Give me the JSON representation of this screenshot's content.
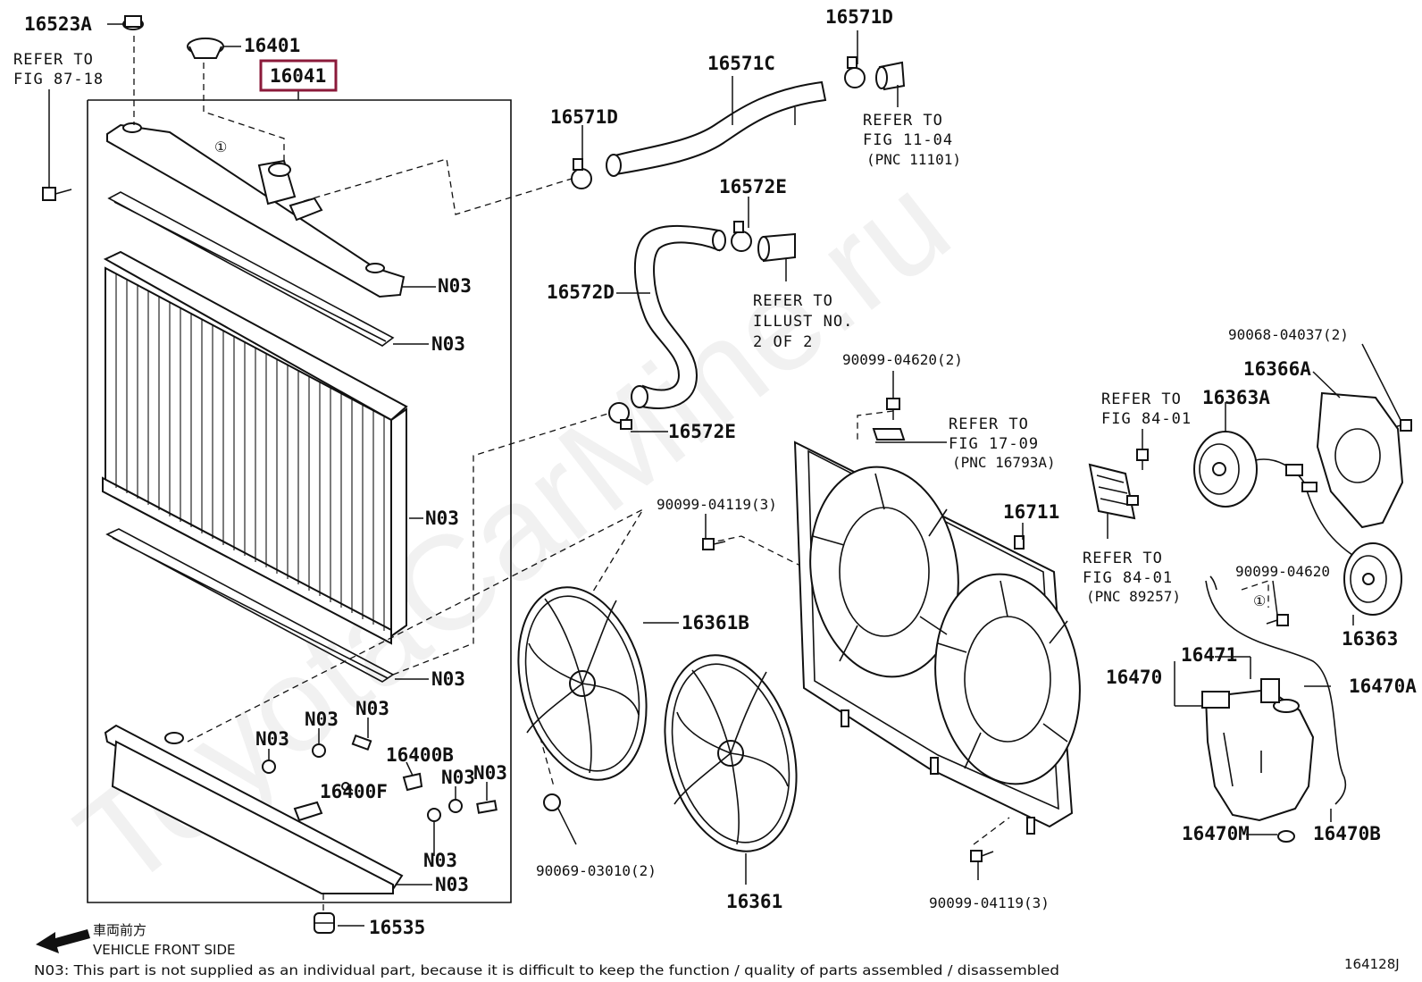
{
  "watermark": "ToyotaCarMine.ru",
  "highlight_color": "#8b1a3a",
  "labels": {
    "p16523A": "16523A",
    "p16401": "16401",
    "p16041": "16041",
    "p16571C": "16571C",
    "p16571D_top": "16571D",
    "p16571D_left": "16571D",
    "p16572E_top": "16572E",
    "p16572D": "16572D",
    "p16572E_bottom": "16572E",
    "p90099_04620_2": "90099-04620(2)",
    "p90099_04119_3_top": "90099-04119(3)",
    "p16711": "16711",
    "p16361B": "16361B",
    "p16361": "16361",
    "p90069_03010_2": "90069-03010(2)",
    "p90099_04119_3_bottom": "90099-04119(3)",
    "p90068_04037_2": "90068-04037(2)",
    "p16366A": "16366A",
    "p16363A": "16363A",
    "p90099_04620": "90099-04620",
    "p16363": "16363",
    "p16471": "16471",
    "p16470": "16470",
    "p16470A": "16470A",
    "p16470M": "16470M",
    "p16470B": "16470B",
    "p16400B": "16400B",
    "p16400F": "16400F",
    "p16535": "16535",
    "n03_1": "N03",
    "n03_2": "N03",
    "n03_3": "N03",
    "n03_4": "N03",
    "n03_5": "N03",
    "n03_6": "N03",
    "n03_7": "N03",
    "n03_8": "N03",
    "n03_9": "N03",
    "n03_10": "N03",
    "n03_11": "N03",
    "circle_1a": "①",
    "circle_1b": "①"
  },
  "refs": {
    "fig87_l1": "REFER TO",
    "fig87_l2": "FIG 87-18",
    "fig11_l1": "REFER TO",
    "fig11_l2": "FIG 11-04",
    "fig11_l3": "(PNC 11101)",
    "illust_l1": "REFER TO",
    "illust_l2": "ILLUST NO.",
    "illust_l3": "2 OF 2",
    "fig17_l1": "REFER TO",
    "fig17_l2": "FIG 17-09",
    "fig17_l3": "(PNC 16793A)",
    "fig84a_l1": "REFER TO",
    "fig84a_l2": "FIG 84-01",
    "fig84b_l1": "REFER TO",
    "fig84b_l2": "FIG 84-01",
    "fig84b_l3": "(PNC 89257)"
  },
  "footer": {
    "front_jp": "車両前方",
    "front_en": "VEHICLE FRONT SIDE",
    "note": "N03: This part is not supplied as an individual part, because it is difficult to keep the function / quality of parts assembled / disassembled",
    "fig_id": "164128J"
  }
}
